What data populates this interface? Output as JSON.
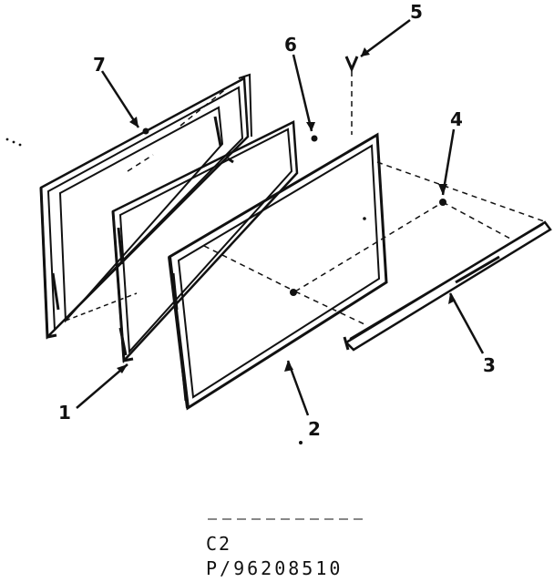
{
  "parts": [
    {
      "id": "1",
      "label": "1"
    },
    {
      "id": "2",
      "label": "2"
    },
    {
      "id": "3",
      "label": "3"
    },
    {
      "id": "4",
      "label": "4"
    },
    {
      "id": "5",
      "label": "5"
    },
    {
      "id": "6",
      "label": "6"
    },
    {
      "id": "7",
      "label": "7"
    }
  ],
  "caption": {
    "code": "C2",
    "model": "P/96208510"
  },
  "colors": {
    "ink": "#111111",
    "paper": "#ffffff"
  }
}
